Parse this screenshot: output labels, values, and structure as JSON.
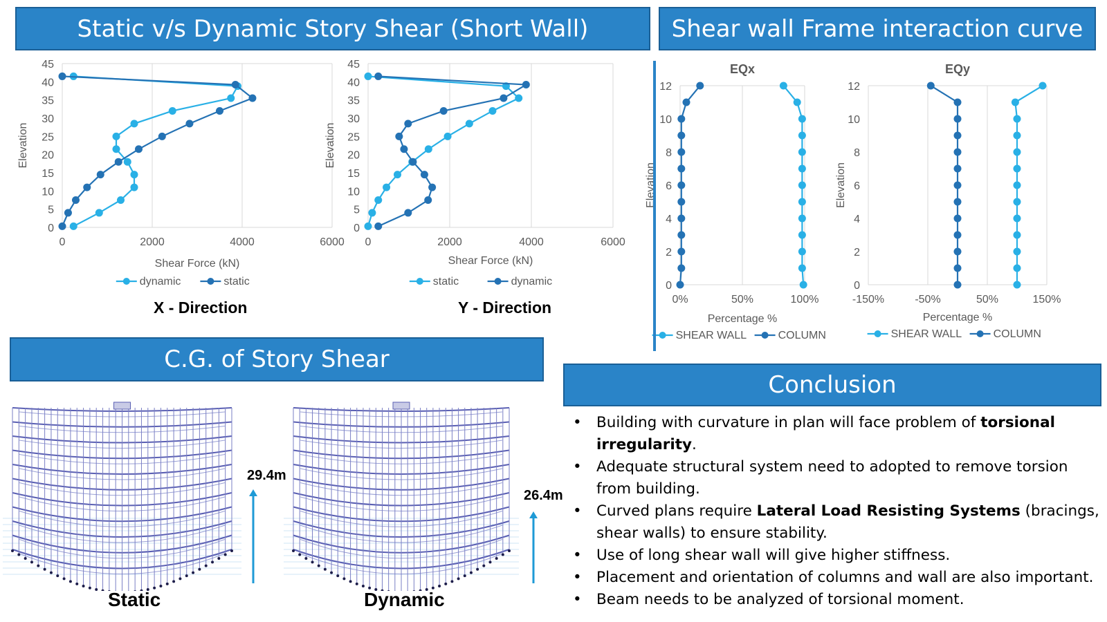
{
  "banners": {
    "story_shear": "Static v/s Dynamic Story Shear (Short Wall)",
    "interaction": "Shear wall Frame interaction curve",
    "cg": "C.G. of Story Shear",
    "conclusion": "Conclusion"
  },
  "captions": {
    "x_direction": "X - Direction",
    "y_direction": "Y - Direction",
    "static": "Static",
    "dynamic": "Dynamic",
    "static_height": "29.4m",
    "dynamic_height": "26.4m"
  },
  "colors": {
    "banner": "#2a84c8",
    "light_series": "#29b0e6",
    "dark_series": "#2472b4"
  },
  "chart_data": [
    {
      "type": "line",
      "caption": "X - Direction",
      "xlabel": "Shear Force (kN)",
      "ylabel": "Elevation",
      "xlim": [
        0,
        6000
      ],
      "ylim": [
        0,
        45
      ],
      "xticks": [
        0,
        2000,
        4000,
        6000
      ],
      "yticks": [
        0,
        5,
        10,
        15,
        20,
        25,
        30,
        35,
        40,
        45
      ],
      "grid": true,
      "legend_position": "bottom",
      "series": [
        {
          "name": "dynamic",
          "color": "#29b0e6",
          "points": [
            [
              250,
              0.3
            ],
            [
              820,
              4
            ],
            [
              1300,
              7.5
            ],
            [
              1600,
              11
            ],
            [
              1600,
              14.5
            ],
            [
              1450,
              18
            ],
            [
              1200,
              21.5
            ],
            [
              1200,
              25
            ],
            [
              1600,
              28.5
            ],
            [
              2450,
              32
            ],
            [
              3750,
              35.5
            ],
            [
              3900,
              38.8
            ],
            [
              250,
              41.5
            ]
          ]
        },
        {
          "name": "static",
          "color": "#2472b4",
          "points": [
            [
              0,
              0.3
            ],
            [
              130,
              4
            ],
            [
              300,
              7.5
            ],
            [
              550,
              11
            ],
            [
              850,
              14.5
            ],
            [
              1250,
              18
            ],
            [
              1700,
              21.5
            ],
            [
              2220,
              25
            ],
            [
              2830,
              28.5
            ],
            [
              3500,
              32
            ],
            [
              4230,
              35.5
            ],
            [
              3850,
              39.2
            ],
            [
              0,
              41.5
            ]
          ]
        }
      ]
    },
    {
      "type": "line",
      "caption": "Y - Direction",
      "xlabel": "Shear Force (kN)",
      "ylabel": "Elevation",
      "xlim": [
        0,
        6000
      ],
      "ylim": [
        0,
        45
      ],
      "xticks": [
        0,
        2000,
        4000,
        6000
      ],
      "yticks": [
        0,
        5,
        10,
        15,
        20,
        25,
        30,
        35,
        40,
        45
      ],
      "grid": true,
      "legend_position": "bottom",
      "series": [
        {
          "name": "static",
          "color": "#29b0e6",
          "points": [
            [
              0,
              0.3
            ],
            [
              100,
              4
            ],
            [
              250,
              7.5
            ],
            [
              450,
              11
            ],
            [
              720,
              14.5
            ],
            [
              1080,
              18
            ],
            [
              1480,
              21.5
            ],
            [
              1950,
              25
            ],
            [
              2480,
              28.5
            ],
            [
              3050,
              32
            ],
            [
              3690,
              35.5
            ],
            [
              3380,
              38.8
            ],
            [
              0,
              41.5
            ]
          ]
        },
        {
          "name": "dynamic",
          "color": "#2472b4",
          "points": [
            [
              250,
              0.3
            ],
            [
              980,
              4
            ],
            [
              1470,
              7.5
            ],
            [
              1570,
              11
            ],
            [
              1380,
              14.5
            ],
            [
              1100,
              18
            ],
            [
              880,
              21.5
            ],
            [
              760,
              25
            ],
            [
              980,
              28.5
            ],
            [
              1850,
              32
            ],
            [
              3320,
              35.5
            ],
            [
              3870,
              39.2
            ],
            [
              250,
              41.5
            ]
          ]
        }
      ]
    },
    {
      "type": "line",
      "title": "EQx",
      "xlabel": "Percentage %",
      "ylabel": "Elevation",
      "xlim": [
        0,
        100
      ],
      "ylim": [
        0,
        12
      ],
      "xticks": [
        0,
        50,
        100
      ],
      "xticklabels": [
        "0%",
        "50%",
        "100%"
      ],
      "yticks": [
        0,
        2,
        4,
        6,
        8,
        10,
        12
      ],
      "grid": true,
      "legend_position": "bottom",
      "series": [
        {
          "name": "SHEAR WALL",
          "color": "#29b0e6",
          "points": [
            [
              99,
              0
            ],
            [
              98,
              1
            ],
            [
              98,
              2
            ],
            [
              98,
              3
            ],
            [
              98,
              4
            ],
            [
              98,
              5
            ],
            [
              98,
              6
            ],
            [
              98,
              7
            ],
            [
              98,
              8
            ],
            [
              98,
              9
            ],
            [
              98,
              10
            ],
            [
              94,
              11
            ],
            [
              83,
              12
            ]
          ]
        },
        {
          "name": "COLUMN",
          "color": "#2472b4",
          "points": [
            [
              0,
              0
            ],
            [
              1,
              1
            ],
            [
              1,
              2
            ],
            [
              1,
              3
            ],
            [
              1,
              4
            ],
            [
              1,
              5
            ],
            [
              1,
              6
            ],
            [
              1,
              7
            ],
            [
              1,
              8
            ],
            [
              1,
              9
            ],
            [
              1,
              10
            ],
            [
              5,
              11
            ],
            [
              16,
              12
            ]
          ]
        }
      ]
    },
    {
      "type": "line",
      "title": "EQy",
      "xlabel": "Percentage %",
      "ylabel": "Elevation",
      "xlim": [
        -150,
        150
      ],
      "ylim": [
        0,
        12
      ],
      "xticks": [
        -150,
        -50,
        50,
        150
      ],
      "xticklabels": [
        "-150%",
        "-50%",
        "50%",
        "150%"
      ],
      "yticks": [
        0,
        2,
        4,
        6,
        8,
        10,
        12
      ],
      "grid": true,
      "legend_position": "bottom",
      "series": [
        {
          "name": "SHEAR WALL",
          "color": "#29b0e6",
          "points": [
            [
              100,
              0
            ],
            [
              100,
              1
            ],
            [
              100,
              2
            ],
            [
              100,
              3
            ],
            [
              100,
              4
            ],
            [
              100,
              5
            ],
            [
              100,
              6
            ],
            [
              100,
              7
            ],
            [
              100,
              8
            ],
            [
              100,
              9
            ],
            [
              100,
              10
            ],
            [
              97,
              11
            ],
            [
              143,
              12
            ]
          ]
        },
        {
          "name": "COLUMN",
          "color": "#2472b4",
          "points": [
            [
              0,
              0
            ],
            [
              0,
              1
            ],
            [
              0,
              2
            ],
            [
              0,
              3
            ],
            [
              0,
              4
            ],
            [
              0,
              5
            ],
            [
              0,
              6
            ],
            [
              0,
              7
            ],
            [
              0,
              8
            ],
            [
              0,
              9
            ],
            [
              0,
              10
            ],
            [
              0,
              11
            ],
            [
              -45,
              12
            ]
          ]
        }
      ]
    }
  ],
  "conclusion": {
    "items": [
      {
        "pre": "Building with curvature in plan will face problem of ",
        "bold": "torsional irregularity",
        "post": "."
      },
      {
        "pre": "Adequate structural system need to adopted to remove torsion from building.",
        "bold": "",
        "post": ""
      },
      {
        "pre": "Curved plans require ",
        "bold": "Lateral Load Resisting Systems",
        "post": " (bracings, shear walls) to ensure stability."
      },
      {
        "pre": "Use of long shear wall will give higher stiffness.",
        "bold": "",
        "post": ""
      },
      {
        "pre": "Placement and orientation of columns and wall are also important.",
        "bold": "",
        "post": ""
      },
      {
        "pre": "Beam needs to be analyzed of torsional moment.",
        "bold": "",
        "post": ""
      }
    ]
  }
}
